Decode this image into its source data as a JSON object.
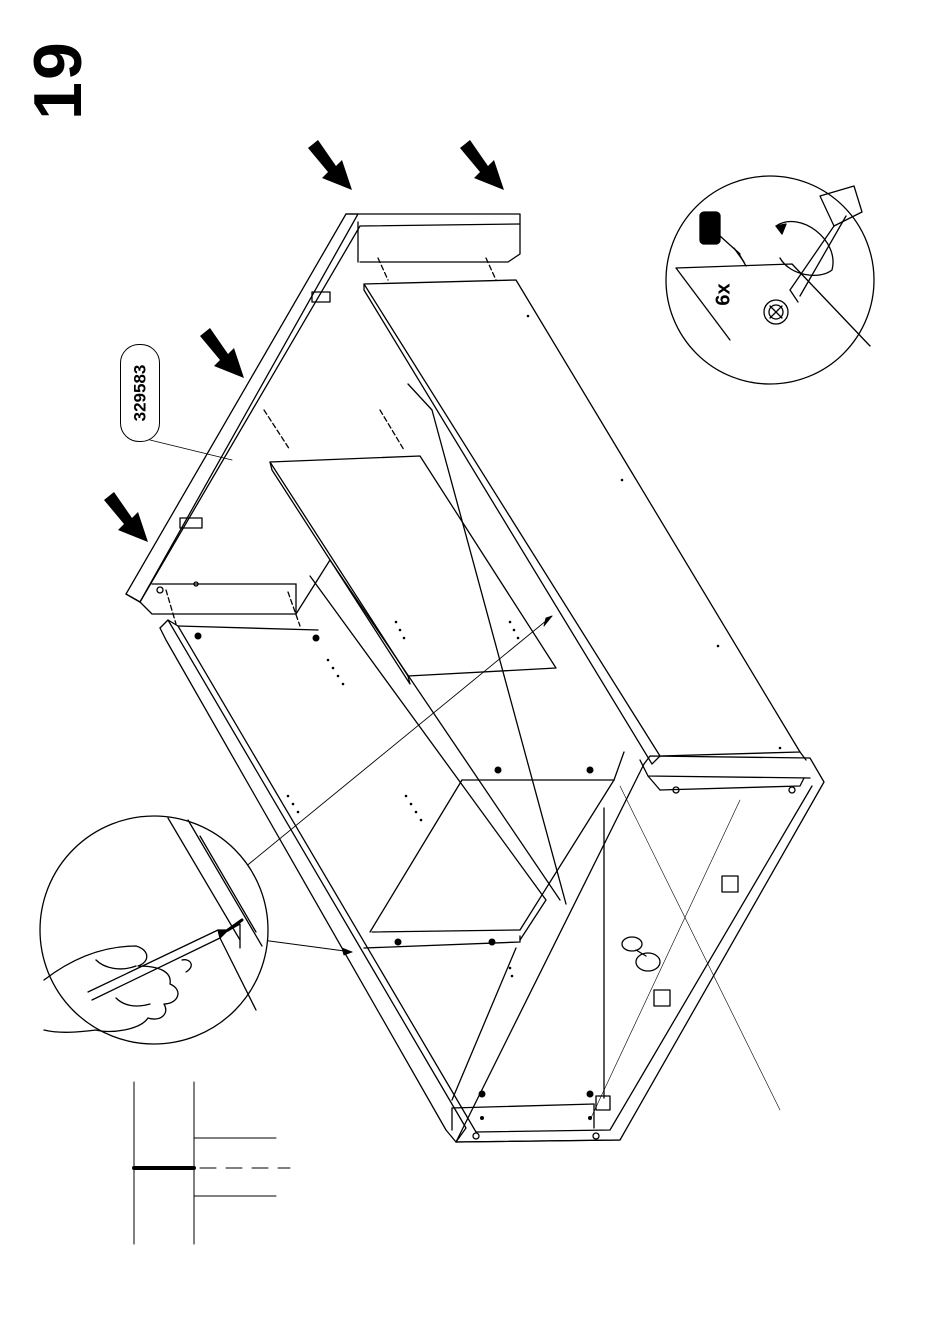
{
  "step": {
    "number": "19"
  },
  "part": {
    "code": "329583"
  },
  "screw_detail": {
    "quantity": "6x"
  },
  "icons": [
    "push-arrow-icon",
    "screwdriver-icon",
    "screw-icon",
    "hand-icon",
    "pencil-icon"
  ],
  "colors": {
    "ink": "#000000",
    "paper": "#ffffff"
  }
}
